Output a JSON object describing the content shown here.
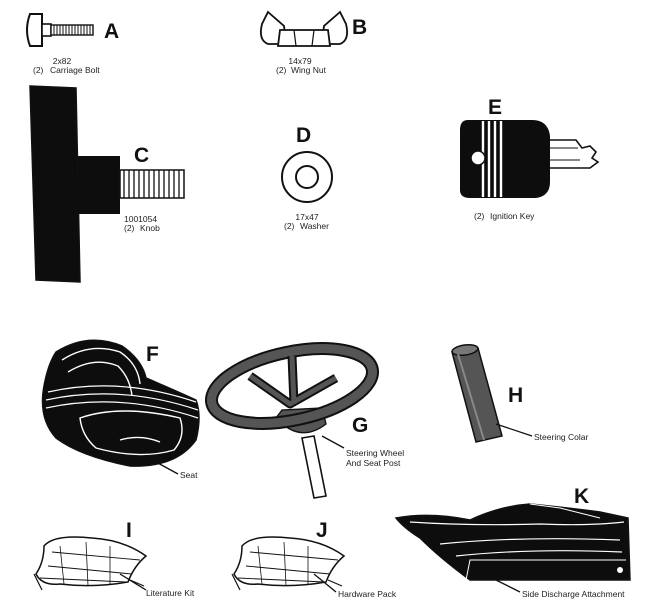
{
  "parts": {
    "a": {
      "letter": "A",
      "code": "2x82",
      "qty": "(2)",
      "name": "Carriage Bolt",
      "icon": "carriage-bolt-icon"
    },
    "b": {
      "letter": "B",
      "code": "14x79",
      "qty": "(2)",
      "name": "Wing Nut",
      "icon": "wing-nut-icon"
    },
    "c": {
      "letter": "C",
      "code": "1001054",
      "qty": "(2)",
      "name": "Knob",
      "icon": "knob-icon"
    },
    "d": {
      "letter": "D",
      "code": "17x47",
      "qty": "(2)",
      "name": "Washer",
      "icon": "washer-icon"
    },
    "e": {
      "letter": "E",
      "qty": "(2)",
      "name": "Ignition Key",
      "icon": "ignition-key-icon"
    },
    "f": {
      "letter": "F",
      "name": "Seat",
      "icon": "seat-icon"
    },
    "g": {
      "letter": "G",
      "name_line1": "Steering Wheel",
      "name_line2": "And Seat Post",
      "icon": "steering-wheel-icon"
    },
    "h": {
      "letter": "H",
      "name": "Steering Colar",
      "icon": "steering-collar-icon"
    },
    "i": {
      "letter": "I",
      "name": "Literature Kit",
      "icon": "literature-kit-icon"
    },
    "j": {
      "letter": "J",
      "name": "Hardware Pack",
      "icon": "hardware-pack-icon"
    },
    "k": {
      "letter": "K",
      "name": "Side Discharge Attachment",
      "icon": "side-discharge-icon"
    }
  },
  "colors": {
    "ink": "#111111",
    "fill_dark": "#0d0d0d",
    "fill_grey": "#555555",
    "paper": "#ffffff"
  }
}
